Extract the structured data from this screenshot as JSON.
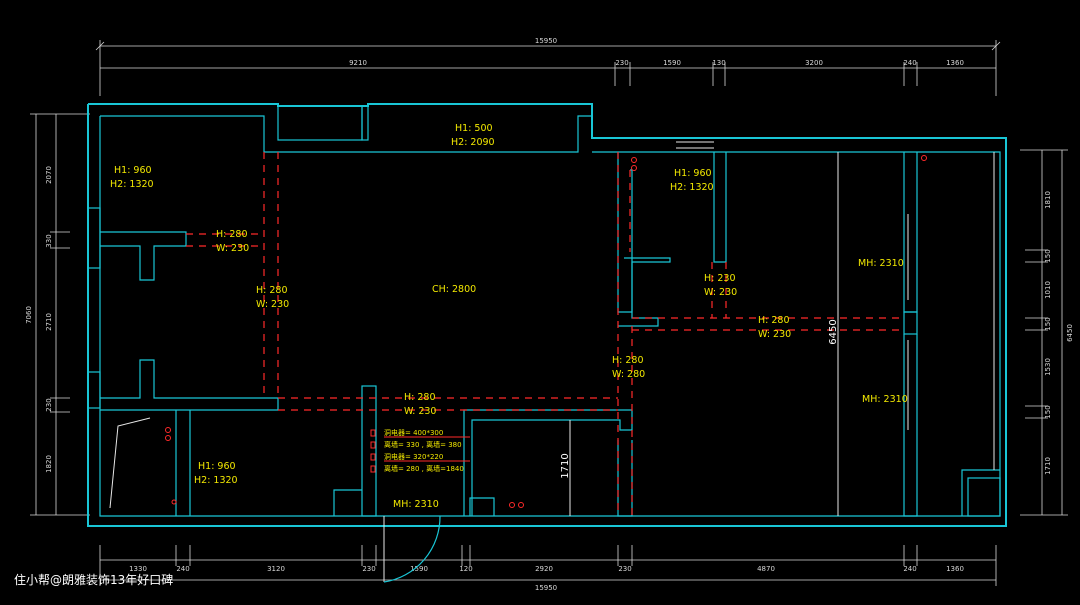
{
  "dims_top_total": "15950",
  "dims_top": [
    "9210",
    "230",
    "1590",
    "130",
    "3200",
    "240",
    "1360"
  ],
  "dims_bottom": [
    "1330",
    "240",
    "3120",
    "230",
    "1590",
    "120",
    "2920",
    "230",
    "4870",
    "240",
    "1360"
  ],
  "dims_bottom_total": "15950",
  "dims_left_total": "7060",
  "dims_left": [
    "2070",
    "330",
    "2710",
    "230",
    "1820"
  ],
  "dims_right_total": "6450",
  "dims_right": [
    "1810",
    "150",
    "1010",
    "150",
    "1530",
    "150",
    "1710"
  ],
  "labels": {
    "room_a_h1": "H1: 960",
    "room_a_h2": "H2: 1320",
    "top_h1": "H1: 500",
    "top_h2": "H2: 2090",
    "room_b_h1": "H1: 960",
    "room_b_h2": "H2: 1320",
    "room_c_h1": "H1: 960",
    "room_c_h2": "H2: 1320",
    "beam1_h": "H: 280",
    "beam1_w": "W: 230",
    "beam2_h": "H: 280",
    "beam2_w": "W: 230",
    "ceiling": "CH: 2800",
    "beam3_h": "H: 230",
    "beam3_w": "W: 230",
    "beam4_h": "H: 280",
    "beam4_w": "W: 230",
    "beam5_h": "H: 280",
    "beam5_w": "W: 280",
    "beam6_h": "H: 280",
    "beam6_w": "W. 230",
    "mh_right_top": "MH: 2310",
    "mh_right_bottom": "MH: 2310",
    "mh_bottom": "MH: 2310",
    "dim_6450": "6450",
    "dim_1710": "1710",
    "cabinet_1": "洞电器= 400*300",
    "cabinet_2": "离墙= 330 , 离墙= 380",
    "cabinet_3": "洞电器= 320*220",
    "cabinet_4": "离墙= 280 , 离墙=1840"
  },
  "watermark": "住小帮@朗雅装饰13年好口碑",
  "colors": {
    "wall": "#19c6d6",
    "beam": "#ff2a2a",
    "label": "#f2e800",
    "dim": "#d8d8d8",
    "background": "#000000"
  }
}
